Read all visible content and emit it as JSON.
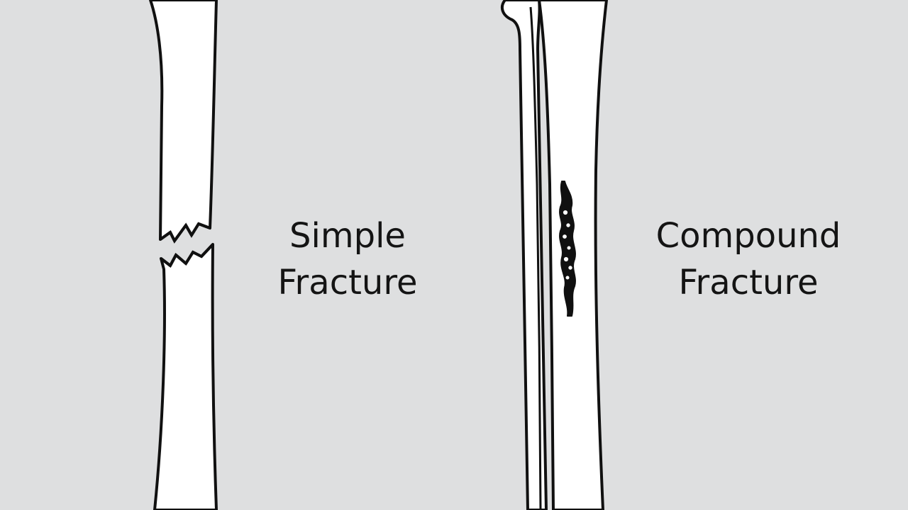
{
  "background_color": "#dedfe0",
  "bone_fill": "#ffffff",
  "outline_color": "#101010",
  "simple": {
    "line1": "Simple",
    "line2": "Fracture"
  },
  "compound": {
    "line1": "Compound",
    "line2": "Fracture"
  }
}
